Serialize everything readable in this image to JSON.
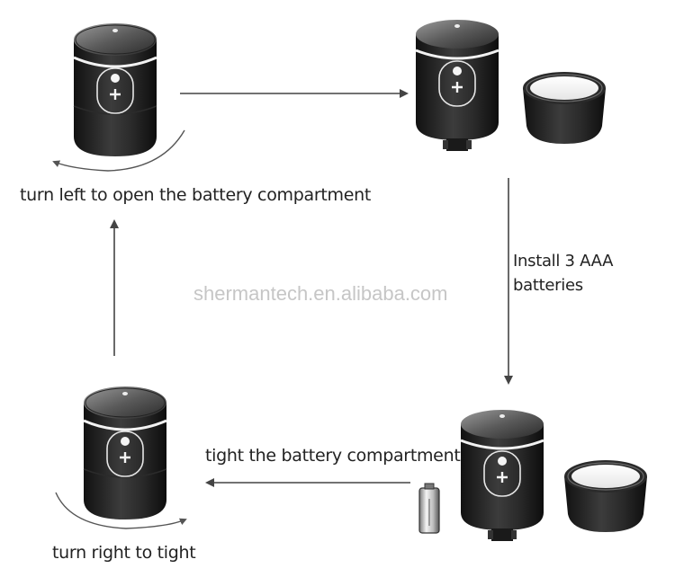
{
  "labels": {
    "step1": "turn left to open the battery compartment",
    "step2_line1": "Install 3 AAA",
    "step2_line2": "batteries",
    "step3": "tight the battery compartment",
    "step4": "turn right to tight"
  },
  "watermark": "shermantech.en.alibaba.com",
  "colors": {
    "body_dark": "#1b1b1b",
    "body_mid": "#3a3a3a",
    "band": "#f2f2f2",
    "arrow": "#444444",
    "text": "#222222",
    "watermark": "#c6c6c6"
  },
  "icons": [
    "battery-pump-closed-icon",
    "battery-pump-open-icon",
    "pump-cap-icon",
    "aaa-battery-icon",
    "rotation-arrow-icon",
    "plus-button-icon"
  ]
}
